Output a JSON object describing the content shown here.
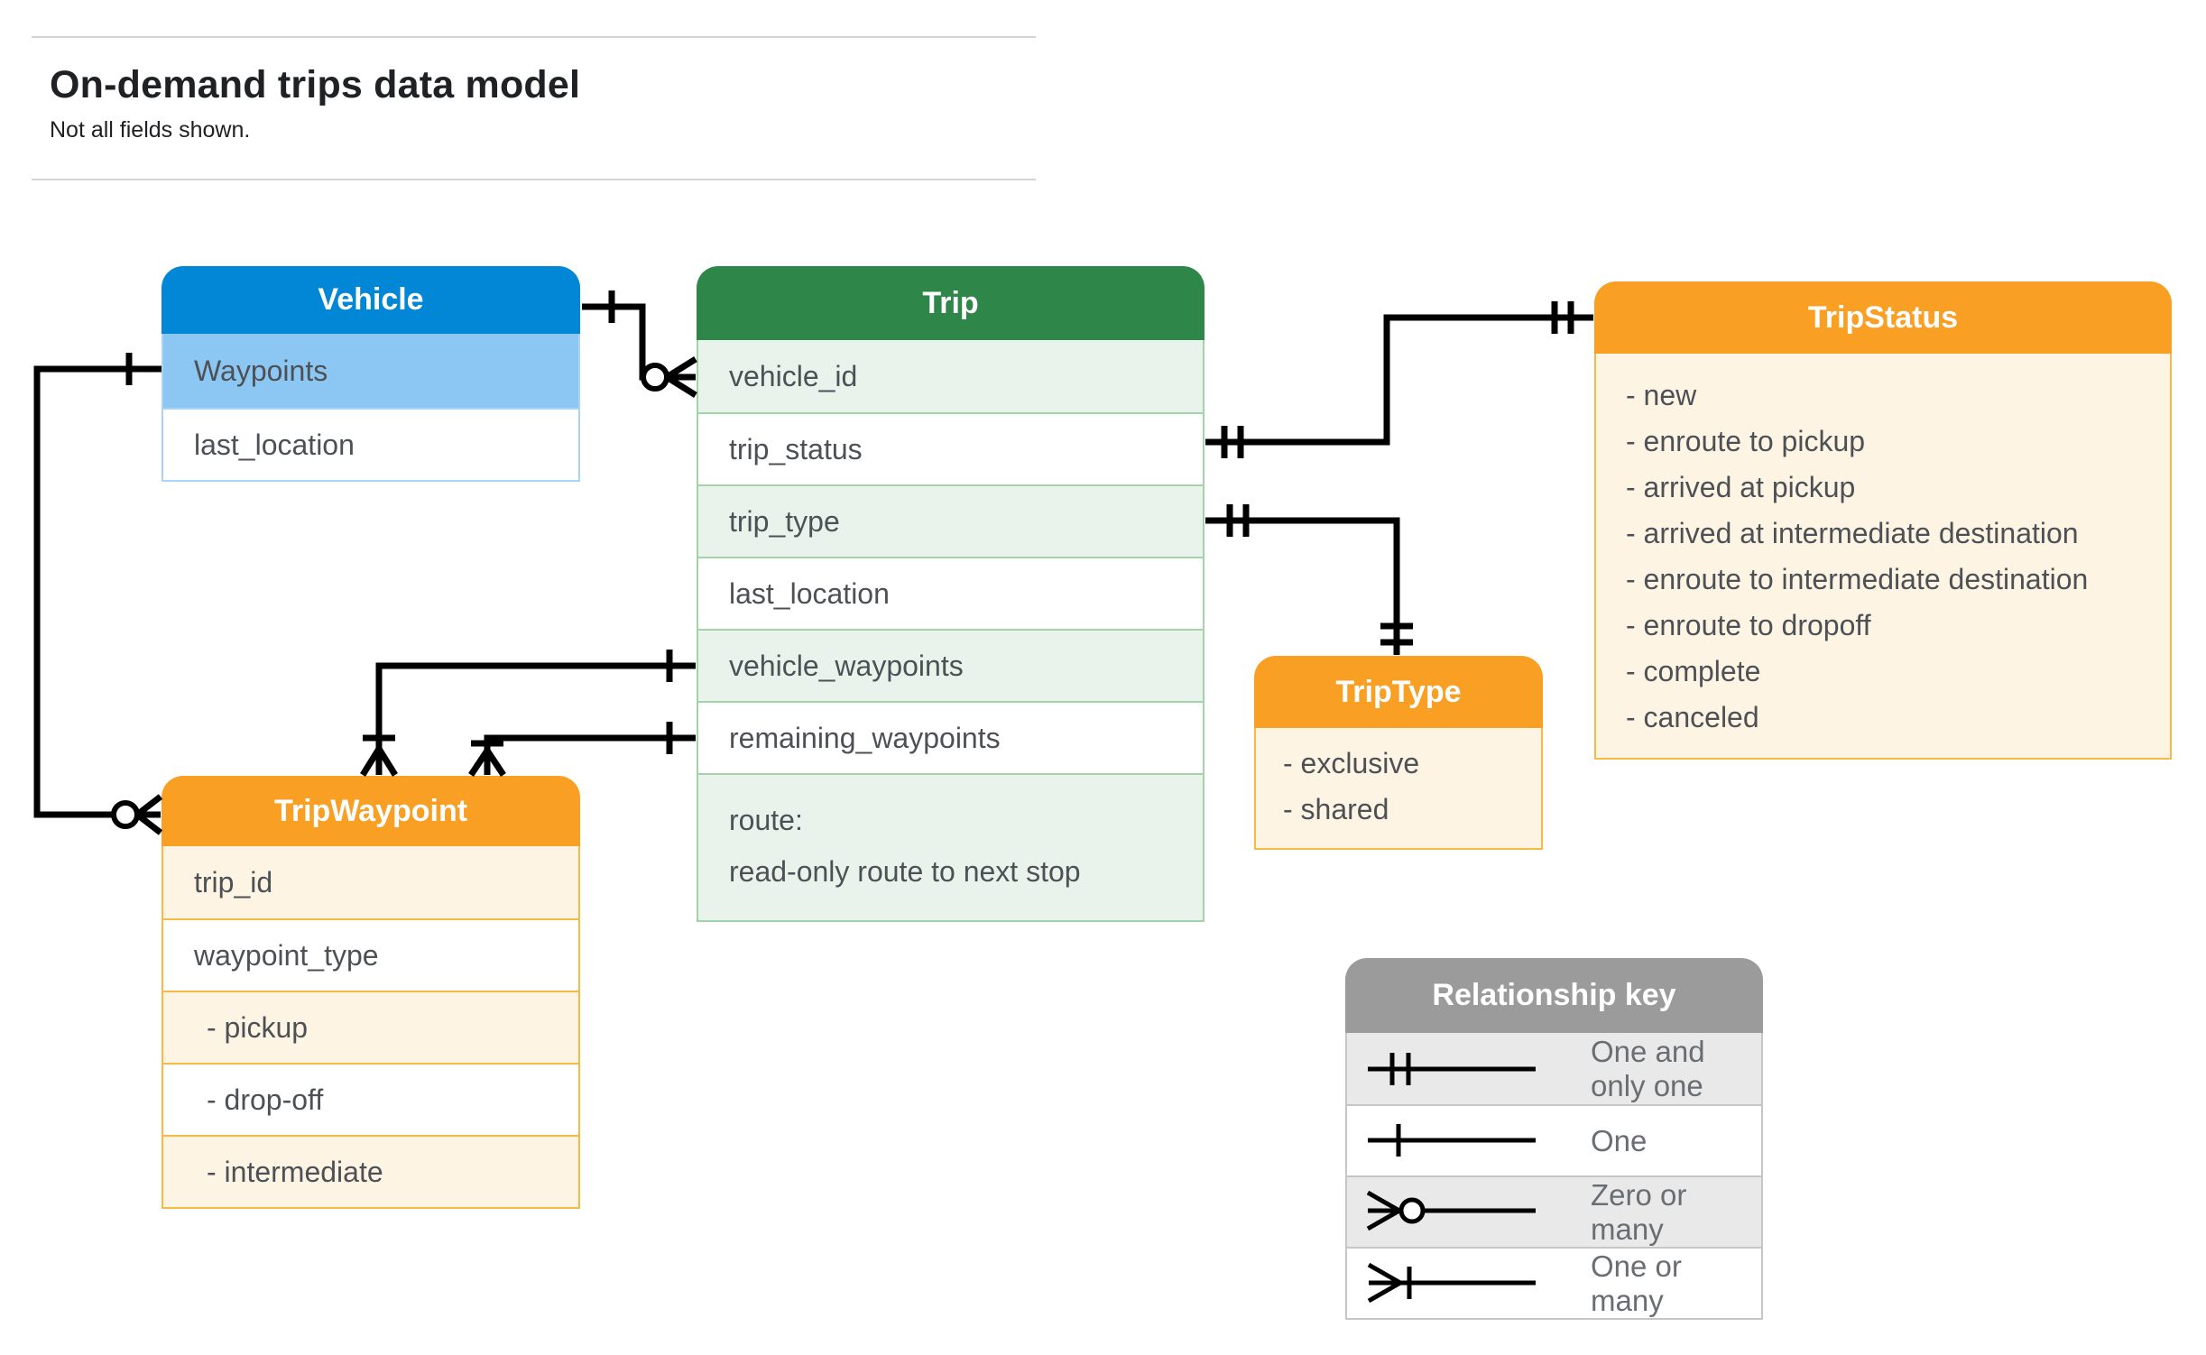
{
  "page": {
    "title": "On-demand trips data model",
    "subtitle": "Not all fields shown."
  },
  "colors": {
    "vehicle_header": "#0287d6",
    "vehicle_highlight_row": "#8cc6f2",
    "trip_header": "#2e8749",
    "trip_alt_row": "#e9f3ec",
    "orange_header": "#f89f24",
    "orange_body": "#fdf4e4",
    "legend_header": "#9b9b9b",
    "legend_alt_row": "#e9e9e9",
    "connector_line": "#000000",
    "row_text": "#4d5156"
  },
  "tables": {
    "vehicle": {
      "title": "Vehicle",
      "rows": [
        "Waypoints",
        "last_location"
      ]
    },
    "trip": {
      "title": "Trip",
      "rows": [
        "vehicle_id",
        "trip_status",
        "trip_type",
        "last_location",
        "vehicle_waypoints",
        "remaining_waypoints"
      ],
      "route_line1": "route:",
      "route_line2": "read-only route to next stop"
    },
    "trip_status": {
      "title": "TripStatus",
      "items": [
        "- new",
        "- enroute to pickup",
        "- arrived at pickup",
        "- arrived at intermediate destination",
        "- enroute to intermediate destination",
        "- enroute to dropoff",
        "- complete",
        "- canceled"
      ]
    },
    "trip_type": {
      "title": "TripType",
      "items": [
        "- exclusive",
        "- shared"
      ]
    },
    "trip_waypoint": {
      "title": "TripWaypoint",
      "rows": [
        "trip_id",
        "waypoint_type",
        "- pickup",
        "- drop-off",
        "- intermediate"
      ]
    }
  },
  "legend": {
    "title": "Relationship key",
    "items": [
      "One and only one",
      "One",
      "Zero or many",
      "One or many"
    ]
  }
}
